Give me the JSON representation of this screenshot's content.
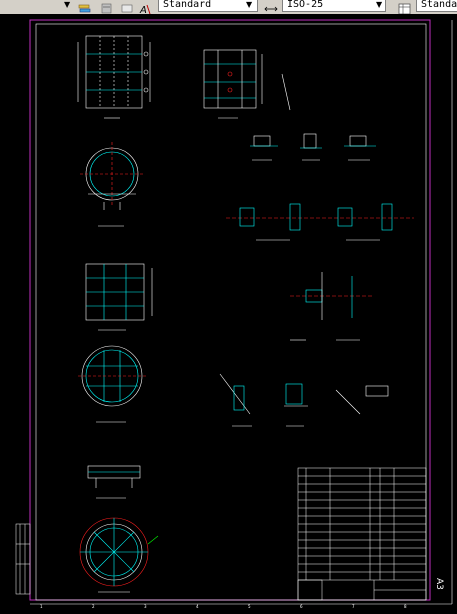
{
  "toolbar": {
    "text_style_value": "Standard",
    "dim_style_value": "ISO-25",
    "table_style_value": "Standa"
  },
  "icons": {
    "layer": "layers-icon",
    "text_style": "text-style-icon",
    "dim_style": "dimension-style-icon",
    "table_style": "table-style-icon"
  },
  "drawing": {
    "sheet_size_label": "A3",
    "grid_numbers": [
      "1",
      "2",
      "3",
      "4",
      "5",
      "6",
      "7",
      "8"
    ],
    "accent_magenta": "#c030c0",
    "accent_cyan": "#00ffff",
    "accent_red": "#ff2020"
  }
}
